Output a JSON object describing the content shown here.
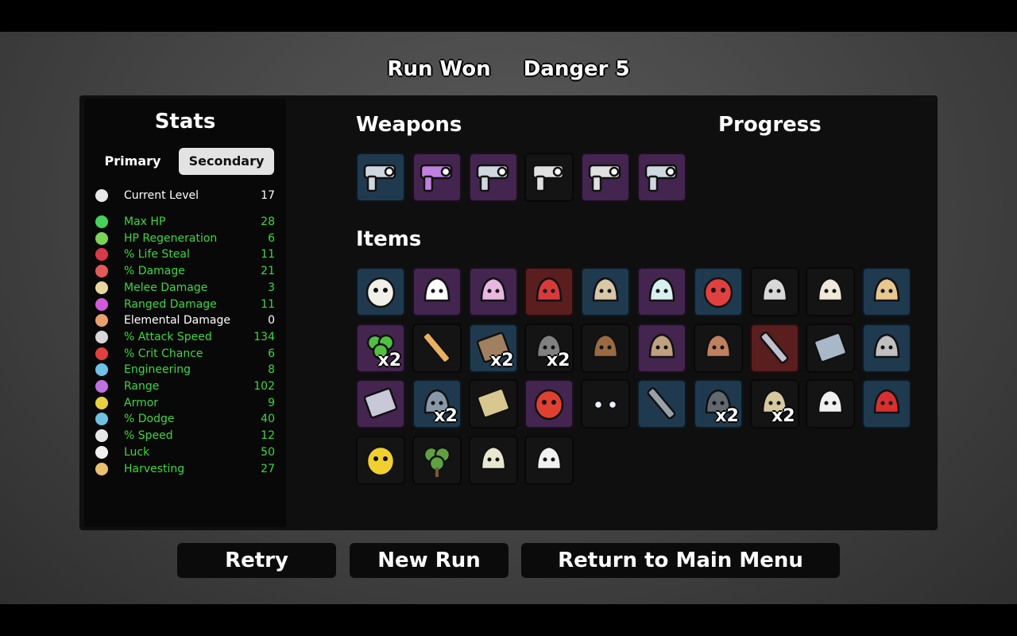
{
  "header": {
    "result": "Run Won",
    "danger": "Danger 5"
  },
  "stats": {
    "title": "Stats",
    "tabs": {
      "primary": "Primary",
      "secondary": "Secondary",
      "active": "secondary"
    },
    "level": {
      "name": "Current Level",
      "value": "17",
      "color": "#ffffff",
      "icon": "level-icon"
    },
    "rows": [
      {
        "name": "Max HP",
        "value": "28",
        "color": "#3bd840",
        "icon": "heart-icon",
        "icon_color": "#47d05a"
      },
      {
        "name": "HP Regeneration",
        "value": "6",
        "color": "#3bd840",
        "icon": "heart-plus-icon",
        "icon_color": "#7bd35a"
      },
      {
        "name": "% Life Steal",
        "value": "11",
        "color": "#3bd840",
        "icon": "fangs-icon",
        "icon_color": "#d83a4a"
      },
      {
        "name": "% Damage",
        "value": "21",
        "color": "#3bd840",
        "icon": "muscle-icon",
        "icon_color": "#e05a5a"
      },
      {
        "name": "Melee Damage",
        "value": "3",
        "color": "#3bd840",
        "icon": "sword-icon",
        "icon_color": "#e8d7a0"
      },
      {
        "name": "Ranged Damage",
        "value": "11",
        "color": "#3bd840",
        "icon": "bow-icon",
        "icon_color": "#d05ad8"
      },
      {
        "name": "Elemental Damage",
        "value": "0",
        "color": "#ffffff",
        "icon": "flame-icon",
        "icon_color": "#e8a070"
      },
      {
        "name": "% Attack Speed",
        "value": "134",
        "color": "#3bd840",
        "icon": "hourglass-icon",
        "icon_color": "#d8d8d8"
      },
      {
        "name": "% Crit Chance",
        "value": "6",
        "color": "#3bd840",
        "icon": "crit-icon",
        "icon_color": "#e04040"
      },
      {
        "name": "Engineering",
        "value": "8",
        "color": "#3bd840",
        "icon": "wrench-icon",
        "icon_color": "#70c0e8"
      },
      {
        "name": "Range",
        "value": "102",
        "color": "#3bd840",
        "icon": "range-icon",
        "icon_color": "#c070e0"
      },
      {
        "name": "Armor",
        "value": "9",
        "color": "#3bd840",
        "icon": "shield-icon",
        "icon_color": "#e8d040"
      },
      {
        "name": "% Dodge",
        "value": "40",
        "color": "#3bd840",
        "icon": "dodge-icon",
        "icon_color": "#70c0e0"
      },
      {
        "name": "% Speed",
        "value": "12",
        "color": "#3bd840",
        "icon": "boot-icon",
        "icon_color": "#e8e8e8"
      },
      {
        "name": "Luck",
        "value": "50",
        "color": "#3bd840",
        "icon": "dice-icon",
        "icon_color": "#f0f0f0"
      },
      {
        "name": "Harvesting",
        "value": "27",
        "color": "#3bd840",
        "icon": "wheat-icon",
        "icon_color": "#e8c070"
      }
    ]
  },
  "weapons": {
    "title": "Weapons",
    "slots": [
      {
        "icon": "blaster-weapon-icon",
        "tier_color": "#1f3a4f",
        "glyph_color": "#cfd8e0",
        "qty": ""
      },
      {
        "icon": "laser-gun-weapon-icon",
        "tier_color": "#43254f",
        "glyph_color": "#c080e0",
        "qty": ""
      },
      {
        "icon": "blaster-weapon-icon",
        "tier_color": "#43254f",
        "glyph_color": "#cfd8e0",
        "qty": ""
      },
      {
        "icon": "revolver-weapon-icon",
        "tier_color": "#141414",
        "glyph_color": "#e0e0e0",
        "qty": ""
      },
      {
        "icon": "revolver-weapon-icon",
        "tier_color": "#43254f",
        "glyph_color": "#e0e0e0",
        "qty": ""
      },
      {
        "icon": "blaster-weapon-icon",
        "tier_color": "#43254f",
        "glyph_color": "#cfd8e0",
        "qty": ""
      }
    ]
  },
  "progress": {
    "title": "Progress"
  },
  "items": {
    "title": "Items",
    "slots": [
      {
        "icon": "egg-glasses-item-icon",
        "tier_color": "#1f3a4f",
        "glyph_color": "#f0f0e8",
        "qty": ""
      },
      {
        "icon": "wings-item-icon",
        "tier_color": "#43254f",
        "glyph_color": "#ffffff",
        "qty": ""
      },
      {
        "icon": "brain-item-icon",
        "tier_color": "#43254f",
        "glyph_color": "#e8b8e0",
        "qty": ""
      },
      {
        "icon": "backpack-item-icon",
        "tier_color": "#5a1e1e",
        "glyph_color": "#d83a3a",
        "qty": ""
      },
      {
        "icon": "compass-item-icon",
        "tier_color": "#1f3a4f",
        "glyph_color": "#d8c8a8",
        "qty": ""
      },
      {
        "icon": "flask-item-icon",
        "tier_color": "#43254f",
        "glyph_color": "#d8f0f0",
        "qty": ""
      },
      {
        "icon": "ring-item-icon",
        "tier_color": "#1f3a4f",
        "glyph_color": "#e04040",
        "qty": ""
      },
      {
        "icon": "crescent-item-icon",
        "tier_color": "#141414",
        "glyph_color": "#d8d8d8",
        "qty": ""
      },
      {
        "icon": "coffee-cup-item-icon",
        "tier_color": "#141414",
        "glyph_color": "#f0e8d8",
        "qty": ""
      },
      {
        "icon": "snail-item-icon",
        "tier_color": "#1f3a4f",
        "glyph_color": "#e8c890",
        "qty": ""
      },
      {
        "icon": "clover-item-icon",
        "tier_color": "#43254f",
        "glyph_color": "#50c040",
        "qty": "x2"
      },
      {
        "icon": "pencil-item-icon",
        "tier_color": "#141414",
        "glyph_color": "#e8b060",
        "qty": ""
      },
      {
        "icon": "scroll-item-icon",
        "tier_color": "#1f3a4f",
        "glyph_color": "#a08060",
        "qty": "x2"
      },
      {
        "icon": "bat-item-icon",
        "tier_color": "#141414",
        "glyph_color": "#808080",
        "qty": "x2"
      },
      {
        "icon": "poop-item-icon",
        "tier_color": "#141414",
        "glyph_color": "#9a6a40",
        "qty": ""
      },
      {
        "icon": "mushroom-item-icon",
        "tier_color": "#43254f",
        "glyph_color": "#c0a080",
        "qty": ""
      },
      {
        "icon": "cake-item-icon",
        "tier_color": "#141414",
        "glyph_color": "#c08060",
        "qty": ""
      },
      {
        "icon": "crossed-tools-item-icon",
        "tier_color": "#5a1e1e",
        "glyph_color": "#c0c0d0",
        "qty": ""
      },
      {
        "icon": "book-item-icon",
        "tier_color": "#141414",
        "glyph_color": "#a8b8c8",
        "qty": ""
      },
      {
        "icon": "factory-item-icon",
        "tier_color": "#1f3a4f",
        "glyph_color": "#c0c0c0",
        "qty": ""
      },
      {
        "icon": "metal-plate-item-icon",
        "tier_color": "#43254f",
        "glyph_color": "#c8c8d8",
        "qty": ""
      },
      {
        "icon": "turret-item-icon",
        "tier_color": "#1f3a4f",
        "glyph_color": "#8898a8",
        "qty": "x2"
      },
      {
        "icon": "banknote-item-icon",
        "tier_color": "#141414",
        "glyph_color": "#d8c890",
        "qty": ""
      },
      {
        "icon": "tomato-item-icon",
        "tier_color": "#43254f",
        "glyph_color": "#e04030",
        "qty": ""
      },
      {
        "icon": "eyes-item-icon",
        "tier_color": "#141414",
        "glyph_color": "#e8f0ff",
        "qty": ""
      },
      {
        "icon": "bread-item-icon",
        "tier_color": "#1f3a4f",
        "glyph_color": "#9aa0a8",
        "qty": ""
      },
      {
        "icon": "diver-helmet-item-icon",
        "tier_color": "#1f3a4f",
        "glyph_color": "#606870",
        "qty": "x2"
      },
      {
        "icon": "speaker-item-icon",
        "tier_color": "#141414",
        "glyph_color": "#d8c8a0",
        "qty": "x2"
      },
      {
        "icon": "ghost-item-icon",
        "tier_color": "#141414",
        "glyph_color": "#f0f0f0",
        "qty": ""
      },
      {
        "icon": "torn-flag-item-icon",
        "tier_color": "#1f3a4f",
        "glyph_color": "#d83030",
        "qty": ""
      },
      {
        "icon": "rubber-duck-item-icon",
        "tier_color": "#141414",
        "glyph_color": "#f0d030",
        "qty": ""
      },
      {
        "icon": "tree-item-icon",
        "tier_color": "#141414",
        "glyph_color": "#60a040",
        "qty": ""
      },
      {
        "icon": "lizard-item-icon",
        "tier_color": "#141414",
        "glyph_color": "#e8e8d0",
        "qty": ""
      },
      {
        "icon": "bandaged-head-item-icon",
        "tier_color": "#141414",
        "glyph_color": "#f0f0f0",
        "qty": ""
      }
    ]
  },
  "buttons": {
    "retry": "Retry",
    "new_run": "New Run",
    "main_menu": "Return to Main Menu"
  }
}
